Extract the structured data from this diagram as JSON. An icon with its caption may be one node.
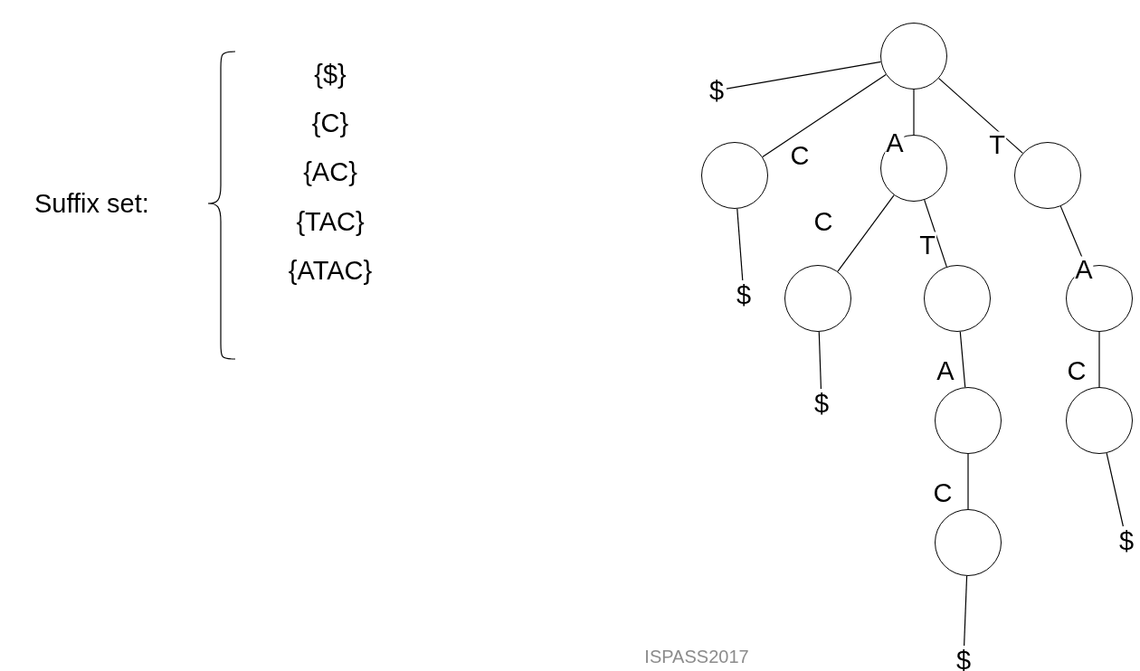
{
  "diagram": {
    "nodes": [
      {
        "text": [],
        "shape": "circle"
      },
      {
        "text": [
          "$"
        ]
      },
      {
        "text": [],
        "shape": "circle"
      },
      {
        "text": [],
        "shape": "circle"
      },
      {
        "text": [],
        "shape": "circle"
      },
      {
        "text": [
          "$"
        ]
      },
      {
        "text": [],
        "shape": "circle"
      },
      {
        "text": [],
        "shape": "circle"
      },
      {
        "text": [],
        "shape": "circle"
      },
      {
        "text": [
          "$"
        ]
      },
      {
        "text": [],
        "shape": "circle"
      },
      {
        "text": [],
        "shape": "circle"
      },
      {
        "text": [],
        "shape": "circle"
      },
      {
        "text": [
          "$"
        ]
      },
      {
        "text": [
          "$"
        ]
      }
    ],
    "edges": [
      {
        "from": 0,
        "to": 1,
        "arrow": "none"
      },
      {
        "from": 0,
        "to": 2,
        "arrow": "none",
        "label": "C"
      },
      {
        "from": 0,
        "to": 3,
        "arrow": "none",
        "label": "A"
      },
      {
        "from": 0,
        "to": 4,
        "arrow": "none",
        "label": "T"
      },
      {
        "from": 2,
        "to": 5,
        "arrow": "none"
      },
      {
        "from": 3,
        "to": 6,
        "arrow": "none",
        "label": "C"
      },
      {
        "from": 3,
        "to": 7,
        "arrow": "none",
        "label": "T"
      },
      {
        "from": 4,
        "to": 8,
        "arrow": "none",
        "label": "A"
      },
      {
        "from": 6,
        "to": 9,
        "arrow": "none"
      },
      {
        "from": 7,
        "to": 10,
        "arrow": "none",
        "label": "A"
      },
      {
        "from": 8,
        "to": 11,
        "arrow": "none",
        "label": "C"
      },
      {
        "from": 10,
        "to": 12,
        "arrow": "none",
        "label": "C"
      },
      {
        "from": 11,
        "to": 13,
        "arrow": "none"
      },
      {
        "from": 12,
        "to": 14,
        "arrow": "none"
      }
    ],
    "labels": [
      "Suffix set:",
      "{$}",
      "{C}",
      "{AC}",
      "{TAC}",
      "{ATAC}",
      "ISPASS2017"
    ]
  }
}
